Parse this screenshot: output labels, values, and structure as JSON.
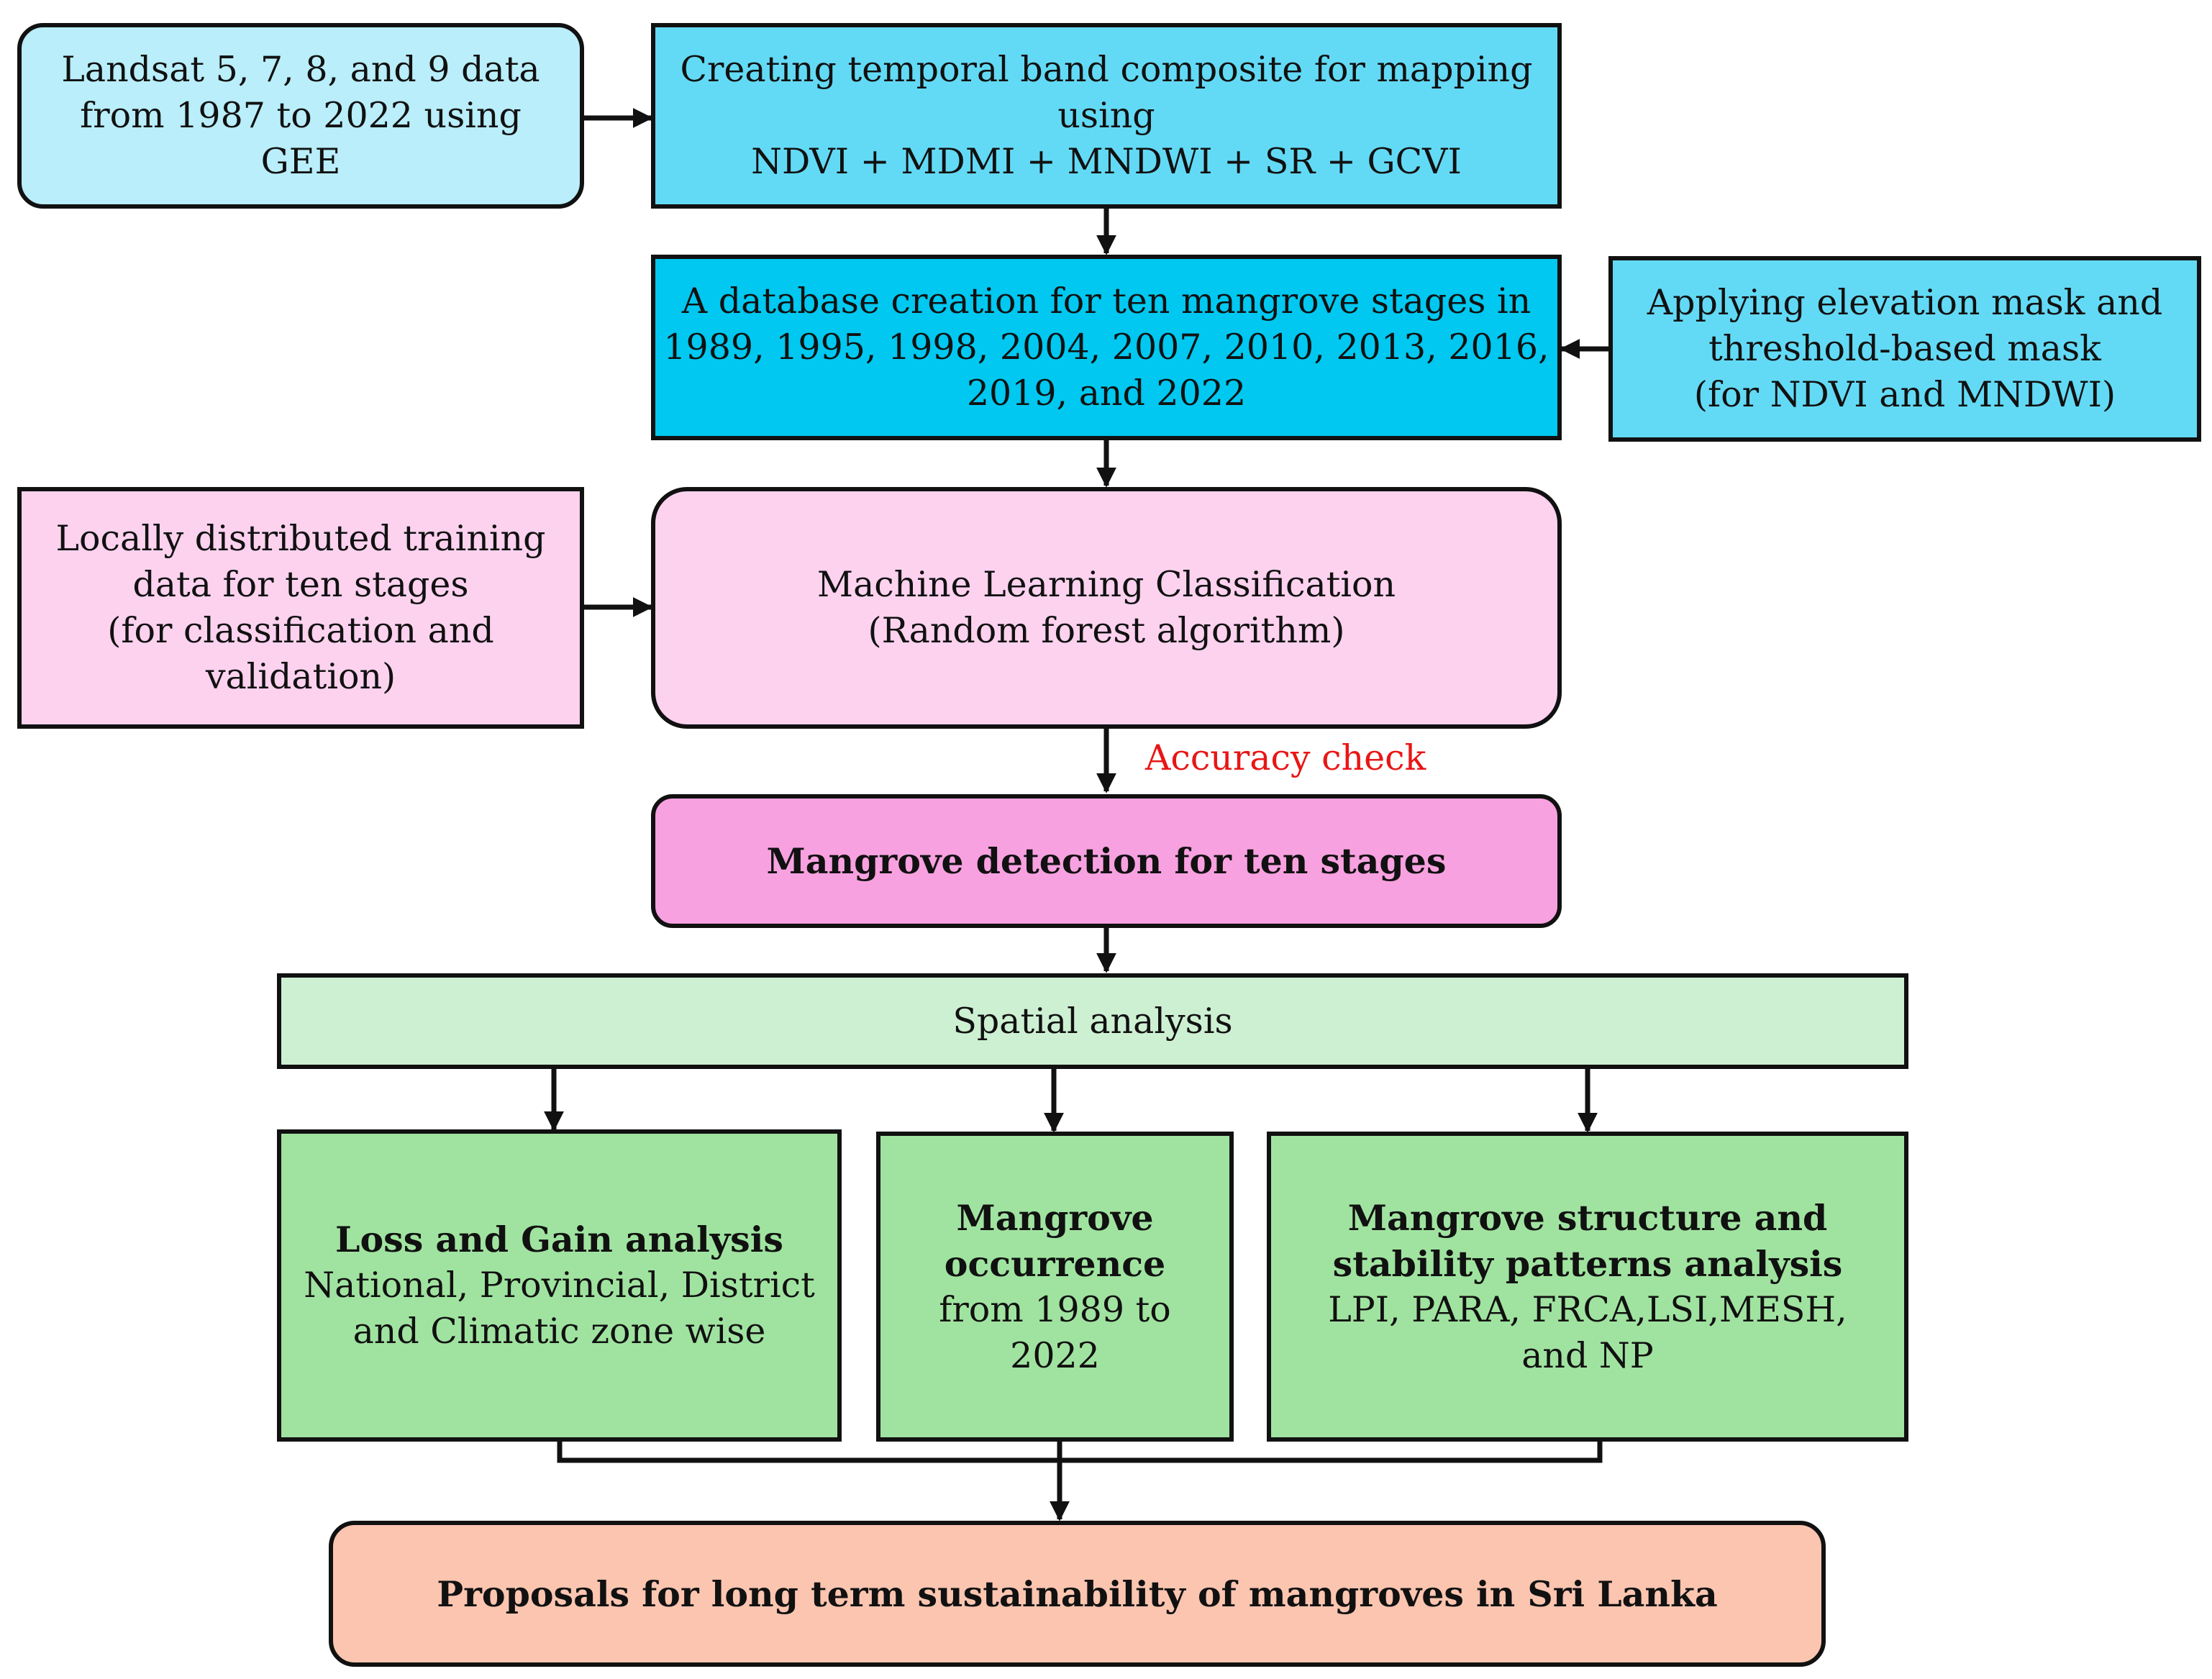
{
  "colors": {
    "light_blue": "#b9eefa",
    "mid_blue": "#63daf5",
    "deep_blue": "#00c8f0",
    "light_pink": "#fcd2ef",
    "pink": "#f8a1e0",
    "light_green": "#cdf0d2",
    "green": "#a0e3a0",
    "peach": "#fbc5b0",
    "accuracy_red": "#e81616",
    "stroke": "#111111"
  },
  "nodes": {
    "landsat": {
      "lines": [
        "Landsat 5, 7, 8, and 9 data",
        "from 1987 to 2022 using",
        "GEE"
      ]
    },
    "composite": {
      "lines": [
        "Creating temporal band composite for mapping",
        "using",
        "NDVI + MDMI + MNDWI + SR + GCVI"
      ]
    },
    "database": {
      "lines": [
        "A database creation for ten mangrove stages in",
        "1989, 1995, 1998, 2004, 2007, 2010, 2013, 2016,",
        "2019, and 2022"
      ]
    },
    "elevation_mask": {
      "lines": [
        "Applying elevation mask and",
        "threshold-based mask",
        "(for NDVI and MNDWI)"
      ]
    },
    "training": {
      "lines": [
        "Locally distributed training",
        "data for ten stages",
        "(for classification and",
        "validation)"
      ]
    },
    "ml_classification": {
      "lines": [
        "Machine Learning Classification",
        "(Random forest algorithm)"
      ]
    },
    "detection": {
      "title": "Mangrove detection for ten stages"
    },
    "spatial": {
      "title": "Spatial analysis"
    },
    "loss_gain": {
      "title": "Loss and Gain analysis",
      "lines": [
        "National, Provincial, District",
        "and Climatic zone wise"
      ]
    },
    "occurrence": {
      "title_lines": [
        "Mangrove",
        "occurrence"
      ],
      "lines": [
        "from 1989 to",
        "2022"
      ]
    },
    "structure": {
      "title_lines": [
        "Mangrove structure and",
        "stability patterns analysis"
      ],
      "lines": [
        "LPI, PARA, FRCA,LSI,MESH,",
        "and NP"
      ]
    },
    "proposals": {
      "title": "Proposals for long term sustainability of mangroves in Sri Lanka"
    }
  },
  "edge_labels": {
    "accuracy_check": "Accuracy check"
  }
}
